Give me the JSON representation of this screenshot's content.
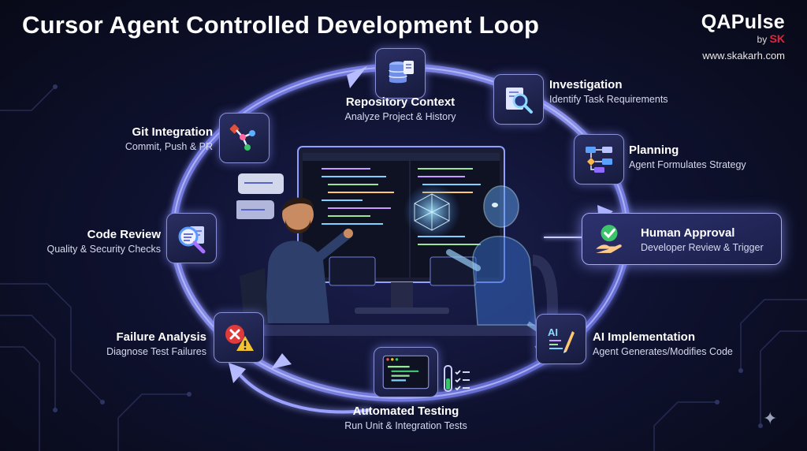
{
  "title": "Cursor Agent Controlled Development Loop",
  "brand": {
    "name": "QAPulse",
    "by": "by",
    "mark": "SK",
    "url": "www.skakarh.com"
  },
  "steps": {
    "repository": {
      "title": "Repository Context",
      "subtitle": "Analyze Project & History",
      "icon": "database-icon"
    },
    "investigation": {
      "title": "Investigation",
      "subtitle": "Identify Task Requirements",
      "icon": "magnifier-icon"
    },
    "planning": {
      "title": "Planning",
      "subtitle": "Agent Formulates Strategy",
      "icon": "flowchart-icon"
    },
    "approval": {
      "title": "Human Approval",
      "subtitle": "Developer Review & Trigger",
      "icon": "approval-hand-icon"
    },
    "implementation": {
      "title": "AI Implementation",
      "subtitle": "Agent Generates/Modifies Code",
      "icon": "ai-code-icon",
      "tile_text": "AI"
    },
    "testing": {
      "title": "Automated Testing",
      "subtitle": "Run Unit & Integration Tests",
      "icon": "terminal-icon"
    },
    "failure": {
      "title": "Failure Analysis",
      "subtitle": "Diagnose Test Failures",
      "icon": "error-warning-icon"
    },
    "review": {
      "title": "Code Review",
      "subtitle": "Quality & Security Checks",
      "icon": "code-review-icon"
    },
    "git": {
      "title": "Git Integration",
      "subtitle": "Commit, Push & PR",
      "icon": "git-branch-icon"
    }
  },
  "colors": {
    "accent": "#8a90d8",
    "approval_check": "#3cc46b",
    "error": "#e03a3a",
    "warning": "#f2c230",
    "brand_mark": "#e0253b"
  }
}
